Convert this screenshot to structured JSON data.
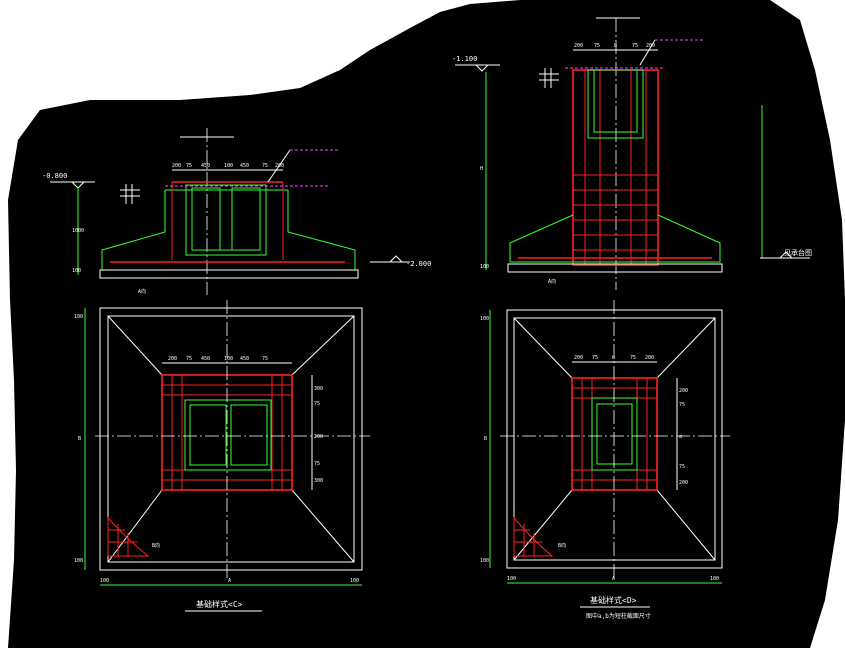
{
  "drawing": {
    "left": {
      "title": "基础样式<C>",
      "level_top": "-0.800",
      "level_bottom": "-2.000",
      "dims_top": [
        "200",
        "75",
        "450",
        "100",
        "450",
        "75",
        "200"
      ],
      "dims_plan_top": [
        "200",
        "75",
        "450",
        "100",
        "450",
        "75"
      ],
      "dims_plan_right": [
        "300",
        "75",
        "200",
        "75",
        "300"
      ],
      "left_dims": [
        "1000",
        "100"
      ],
      "plan_left_dims": [
        "100",
        "B",
        "100"
      ],
      "plan_bottom_dims": [
        "100",
        "A",
        "100"
      ],
      "bar_labels": [
        "A向",
        "B向"
      ]
    },
    "right": {
      "title": "基础样式<D>",
      "subtitle": "图中a,b为短柱截面尺寸",
      "level_top": "-1.100",
      "level_right": "见承台图",
      "dims_top": [
        "200",
        "75",
        "b",
        "75",
        "200"
      ],
      "dims_plan_top": [
        "200",
        "75",
        "b",
        "75",
        "200"
      ],
      "dims_plan_right": [
        "200",
        "75",
        "a",
        "75",
        "200"
      ],
      "left_dims": [
        "H",
        "100"
      ],
      "plan_left_dims": [
        "100",
        "B",
        "100"
      ],
      "plan_bottom_dims": [
        "100",
        "A",
        "100"
      ],
      "bar_labels": [
        "A向",
        "B向"
      ]
    }
  }
}
